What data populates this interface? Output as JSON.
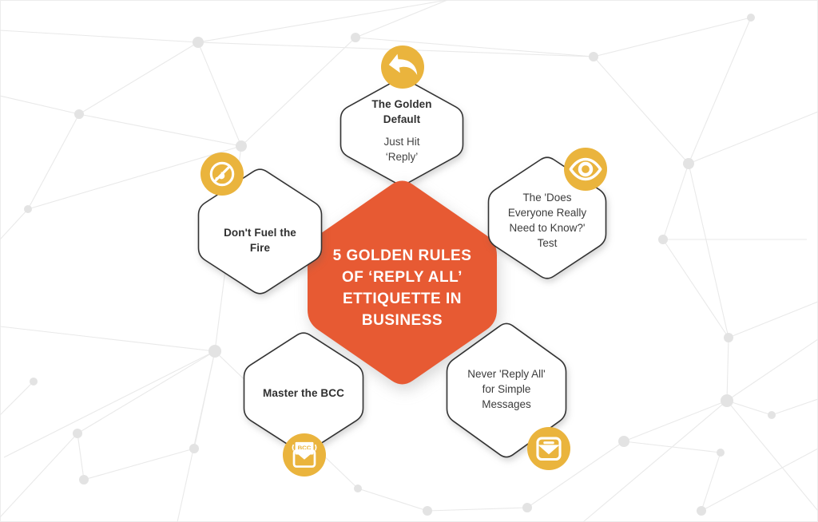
{
  "center": {
    "title": "5 GOLDEN RULES\nOF ‘REPLY ALL’\nETTIQUETTE IN\nBUSINESS"
  },
  "nodes": {
    "top": {
      "title": "The Golden\nDefault",
      "subtitle": "Just Hit\n‘Reply’",
      "icon": "reply-arrow-icon"
    },
    "right": {
      "title": "The 'Does\nEveryone Really\nNeed to Know?'\nTest",
      "icon": "eye-icon"
    },
    "left": {
      "title": "Don't Fuel the\nFire",
      "icon": "no-fire-icon"
    },
    "bottom_left": {
      "title": "Master the BCC",
      "icon": "bcc-envelope-icon"
    },
    "bottom_right": {
      "title": "Never 'Reply All'\nfor Simple\nMessages",
      "icon": "open-envelope-icon"
    }
  },
  "icons": {
    "bcc_label": "BCC"
  },
  "colors": {
    "orange": "#E75A33",
    "yellow": "#EAB43D",
    "outline": "#333333",
    "text": "#3C3C3C",
    "bg_line": "#E9E9E9",
    "bg_node": "#E3E3E3"
  }
}
